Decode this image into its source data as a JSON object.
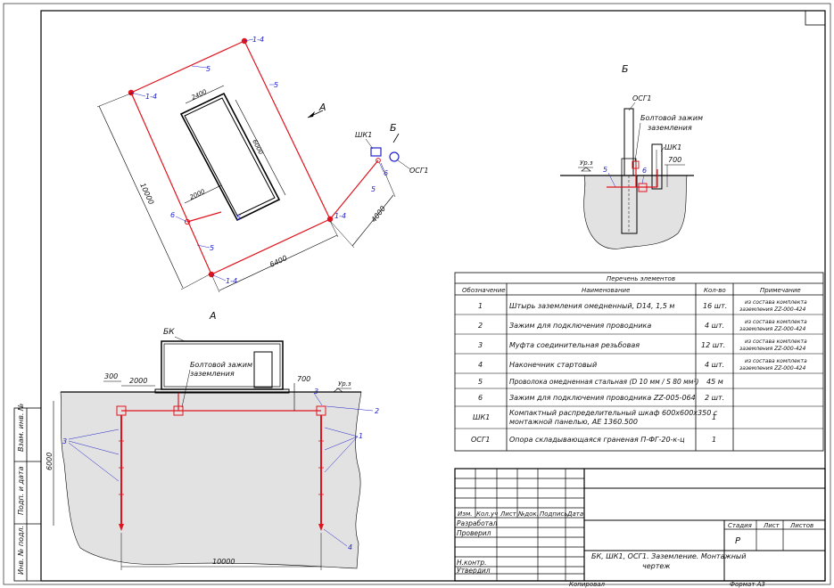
{
  "plan": {
    "label_A": "A",
    "label_B": "Б",
    "dim_2400": "2400",
    "dim_6000": "6000",
    "dim_2000": "2000",
    "dim_10000": "10000",
    "dim_6400": "6400",
    "dim_4000": "4000",
    "tag_1_4": "1-4",
    "tag_5": "5",
    "tag_6": "6",
    "shk1": "ШК1",
    "osg1": "ОСГ1"
  },
  "section_A": {
    "title": "А",
    "bk": "БК",
    "bolt_clamp_line1": "Болтовой зажим",
    "bolt_clamp_line2": "заземления",
    "dim_300": "300",
    "dim_2000": "2000",
    "dim_700": "700",
    "level": "Ур.з",
    "dim_6000": "6000",
    "dim_10000": "10000",
    "n1": "1",
    "n2": "2",
    "n3": "3",
    "n4": "4"
  },
  "section_B": {
    "title": "Б",
    "osg1": "ОСГ1",
    "bolt_clamp_line1": "Болтовой зажим",
    "bolt_clamp_line2": "заземления",
    "shk1": "ШК1",
    "dim_700": "700",
    "level": "Ур.з",
    "n5": "5",
    "n6": "6"
  },
  "spec": {
    "title": "Перечень элементов",
    "headers": [
      "Обозначение",
      "Наименование",
      "Кол-во",
      "Примечание"
    ],
    "rows": [
      {
        "code": "1",
        "name": "Штырь заземления омедненный, D14, 1,5 м",
        "qty": "16 шт.",
        "note1": "из состава комплекта",
        "note2": "заземления ZZ-000-424"
      },
      {
        "code": "2",
        "name": "Зажим для подключения проводника",
        "qty": "4 шт.",
        "note1": "из состава комплекта",
        "note2": "заземления ZZ-000-424"
      },
      {
        "code": "3",
        "name": "Муфта соединительная резьбовая",
        "qty": "12 шт.",
        "note1": "из состава комплекта",
        "note2": "заземления ZZ-000-424"
      },
      {
        "code": "4",
        "name": "Наконечник стартовый",
        "qty": "4 шт.",
        "note1": "из состава комплекта",
        "note2": "заземления ZZ-000-424"
      },
      {
        "code": "5",
        "name": "Проволока омедненная стальная (D 10 мм / S 80 мм²)",
        "qty": "45 м",
        "note1": "",
        "note2": ""
      },
      {
        "code": "6",
        "name": "Зажим для подключения проводника ZZ-005-064",
        "qty": "2 шт.",
        "note1": "",
        "note2": ""
      },
      {
        "code": "ШК1",
        "name": "Компактный распределительный шкаф 600х600х350 с",
        "name2": "монтажной панелью, AE 1360.500",
        "qty": "1",
        "note1": "",
        "note2": ""
      },
      {
        "code": "ОСГ1",
        "name": "Опора складывающаяся граненая П-ФГ-20-к-ц",
        "qty": "1",
        "note1": "",
        "note2": ""
      }
    ]
  },
  "stamp": {
    "izm": "Изм.",
    "kol_uch": "Кол.уч",
    "list": "Лист",
    "ndok": "№док.",
    "podpis": "Подпись",
    "data": "Дата",
    "razrabotal": "Разработал",
    "proveril": "Проверил",
    "nkontr": "Н.контр.",
    "utverdil": "Утвердил",
    "description_line1": "БК, ШК1, ОСГ1. Заземление. Монтажный",
    "description_line2": "чертеж",
    "stadiya": "Стадия",
    "list2": "Лист",
    "listov": "Листов",
    "stage_value": "Р",
    "kopiroval": "Копировал",
    "format": "Формат А3"
  },
  "side_labels": {
    "vzam": "Взам. инв. №",
    "podp": "Подп. и дата",
    "inv": "Инв. № подл."
  },
  "colors": {
    "conductor": "#e0141e",
    "leader": "#2222cc",
    "ground": "#e2e2e2"
  }
}
